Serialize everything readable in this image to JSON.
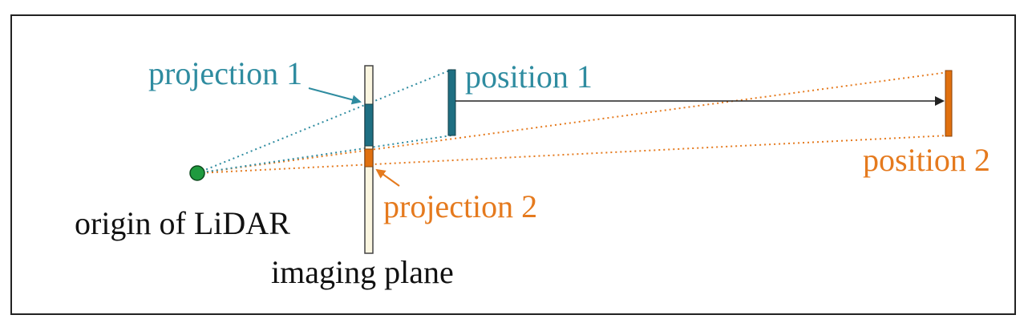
{
  "labels": {
    "projection1": "projection 1",
    "position1": "position 1",
    "position2": "position 2",
    "projection2": "projection 2",
    "origin": "origin of LiDAR",
    "plane": "imaging plane"
  },
  "colors": {
    "teal": "#2f8ca0",
    "teal_fill": "#1f6f82",
    "orange": "#e57a1e",
    "orange_fill": "#e0700f",
    "plane_fill": "#fbf6e0",
    "origin_fill": "#1f9a3e",
    "frame": "#222222",
    "arrow": "#222222"
  }
}
